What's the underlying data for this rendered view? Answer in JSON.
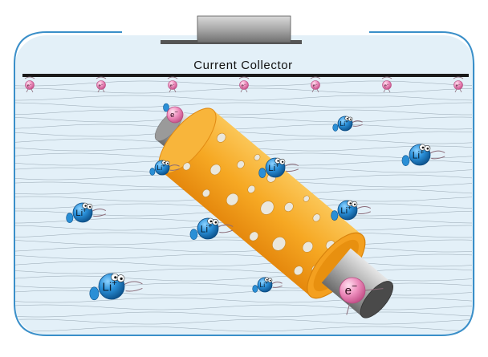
{
  "diagram": {
    "collector_label": "Current Collector",
    "electron_label": "e",
    "electron_charge": "−",
    "ion_label": "Li",
    "ion_charge": "+"
  },
  "colors": {
    "electrolyte": "#e3f0f8",
    "wave_line": "#6d7e8c",
    "container_border": "#3a8fc9",
    "collector_bar": "#1a1a1a",
    "tab_fill": "#9a9a9a",
    "sleeve_fill": "#f6ab2d",
    "sleeve_edge": "#e28a12",
    "core_fill": "#b4b4b4",
    "ion_fill": "#2a8fd6",
    "ion_dark": "#0c5590",
    "electron_fill": "#ec84b6"
  }
}
